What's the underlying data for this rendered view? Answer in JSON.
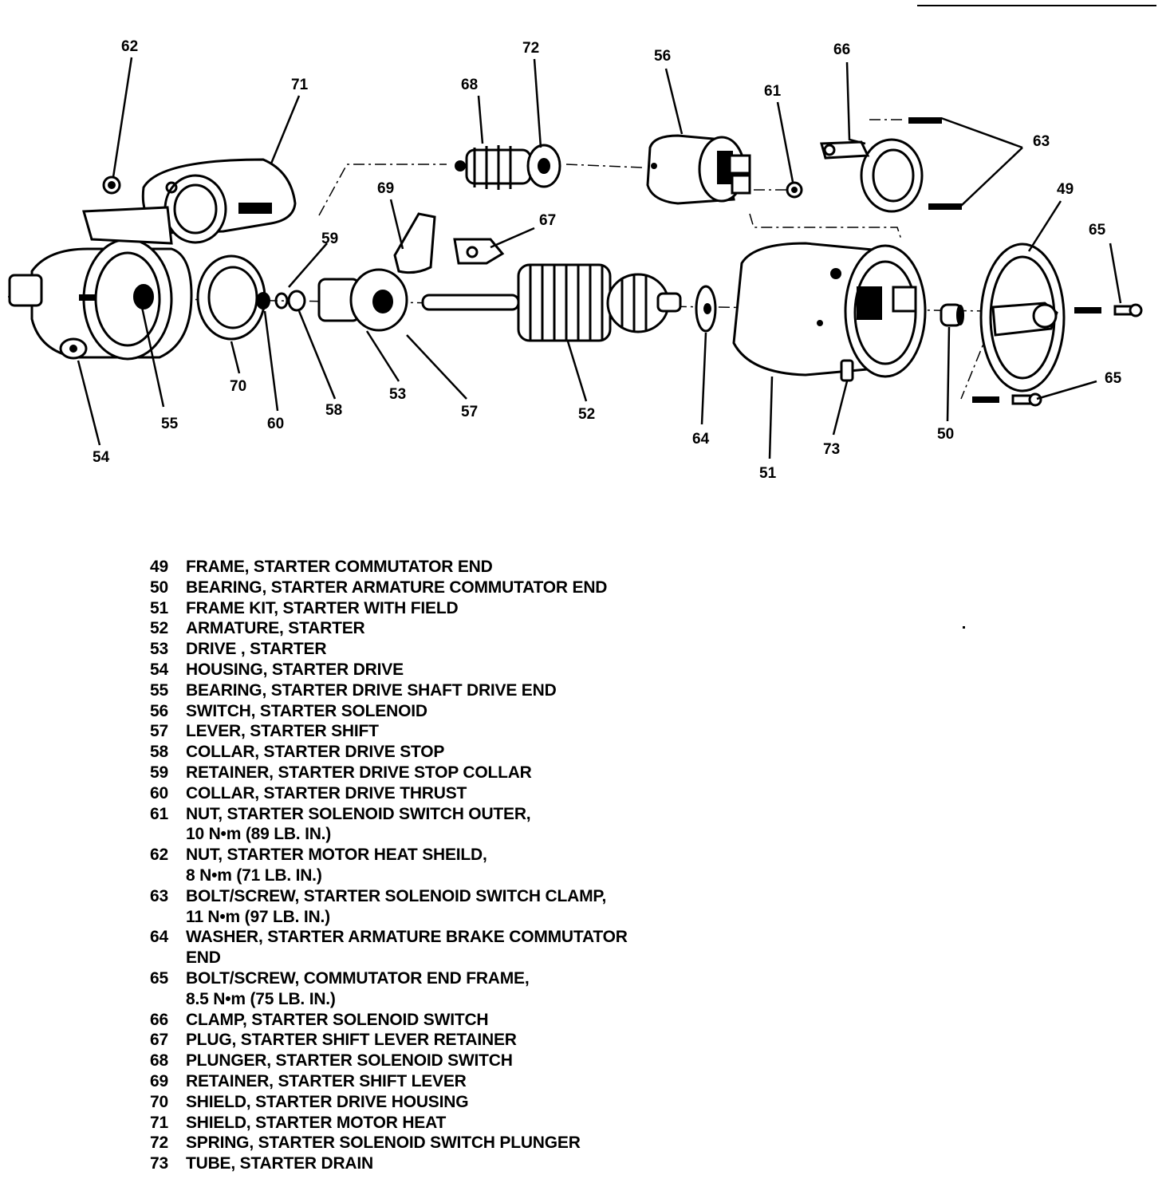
{
  "callouts": {
    "c49": "49",
    "c50": "50",
    "c51": "51",
    "c52": "52",
    "c53": "53",
    "c54": "54",
    "c55": "55",
    "c56": "56",
    "c57": "57",
    "c58": "58",
    "c59": "59",
    "c60": "60",
    "c61": "61",
    "c62": "62",
    "c63": "63",
    "c64": "64",
    "c65a": "65",
    "c65b": "65",
    "c66": "66",
    "c67": "67",
    "c68": "68",
    "c69": "69",
    "c70": "70",
    "c71": "71",
    "c72": "72",
    "c73": "73"
  },
  "legend": [
    {
      "num": "49",
      "desc": "FRAME, STARTER COMMUTATOR END"
    },
    {
      "num": "50",
      "desc": "BEARING, STARTER ARMATURE COMMUTATOR END"
    },
    {
      "num": "51",
      "desc": "FRAME KIT, STARTER WITH FIELD"
    },
    {
      "num": "52",
      "desc": "ARMATURE, STARTER"
    },
    {
      "num": "53",
      "desc": "DRIVE , STARTER"
    },
    {
      "num": "54",
      "desc": "HOUSING, STARTER DRIVE"
    },
    {
      "num": "55",
      "desc": "BEARING, STARTER DRIVE SHAFT DRIVE END"
    },
    {
      "num": "56",
      "desc": "SWITCH, STARTER SOLENOID"
    },
    {
      "num": "57",
      "desc": "LEVER, STARTER SHIFT"
    },
    {
      "num": "58",
      "desc": "COLLAR, STARTER DRIVE STOP"
    },
    {
      "num": "59",
      "desc": "RETAINER, STARTER DRIVE STOP COLLAR"
    },
    {
      "num": "60",
      "desc": "COLLAR, STARTER DRIVE THRUST"
    },
    {
      "num": "61",
      "desc": "NUT, STARTER SOLENOID SWITCH OUTER,\n10 N•m (89 LB. IN.)"
    },
    {
      "num": "62",
      "desc": "NUT, STARTER MOTOR HEAT SHEILD,\n8 N•m (71 LB. IN.)"
    },
    {
      "num": "63",
      "desc": "BOLT/SCREW, STARTER SOLENOID SWITCH CLAMP,\n11 N•m (97 LB. IN.)"
    },
    {
      "num": "64",
      "desc": "WASHER, STARTER ARMATURE BRAKE COMMUTATOR\nEND"
    },
    {
      "num": "65",
      "desc": "BOLT/SCREW, COMMUTATOR END FRAME,\n8.5 N•m (75 LB. IN.)"
    },
    {
      "num": "66",
      "desc": "CLAMP, STARTER SOLENOID SWITCH"
    },
    {
      "num": "67",
      "desc": "PLUG, STARTER SHIFT LEVER RETAINER"
    },
    {
      "num": "68",
      "desc": "PLUNGER, STARTER SOLENOID SWITCH"
    },
    {
      "num": "69",
      "desc": "RETAINER, STARTER SHIFT LEVER"
    },
    {
      "num": "70",
      "desc": "SHIELD, STARTER DRIVE HOUSING"
    },
    {
      "num": "71",
      "desc": "SHIELD, STARTER MOTOR HEAT"
    },
    {
      "num": "72",
      "desc": "SPRING, STARTER SOLENOID SWITCH PLUNGER"
    },
    {
      "num": "73",
      "desc": "TUBE, STARTER DRAIN"
    }
  ]
}
